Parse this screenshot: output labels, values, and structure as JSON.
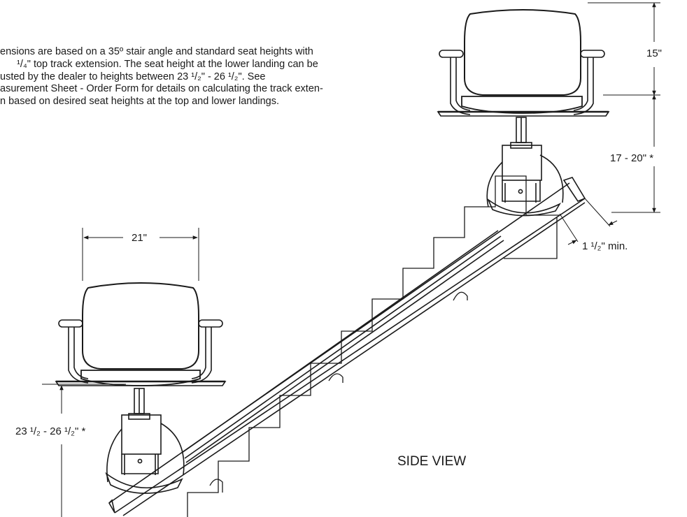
{
  "note": {
    "lines": [
      "ensions are based on a 35º stair angle and standard seat heights with",
      "¹/₄\" top track extension.  The seat height at the lower landing can be",
      "usted by the dealer to heights between 23 ¹/₂\" - 26 ¹/₂\". See",
      "asurement Sheet - Order Form for details on calculating the track exten-",
      "n based on desired seat heights at the top and lower landings."
    ]
  },
  "dimensions": {
    "top_backrest_height": "15\"",
    "top_seat_height": "17 - 20\" *",
    "seat_width": "21\"",
    "lower_seat_height": "23 ¹/₂ - 26 ¹/₂\" *",
    "track_clearance": "1 ¹/₂\" min."
  },
  "view_label": "SIDE VIEW",
  "colors": {
    "line": "#1a1a1a",
    "background": "#ffffff"
  }
}
